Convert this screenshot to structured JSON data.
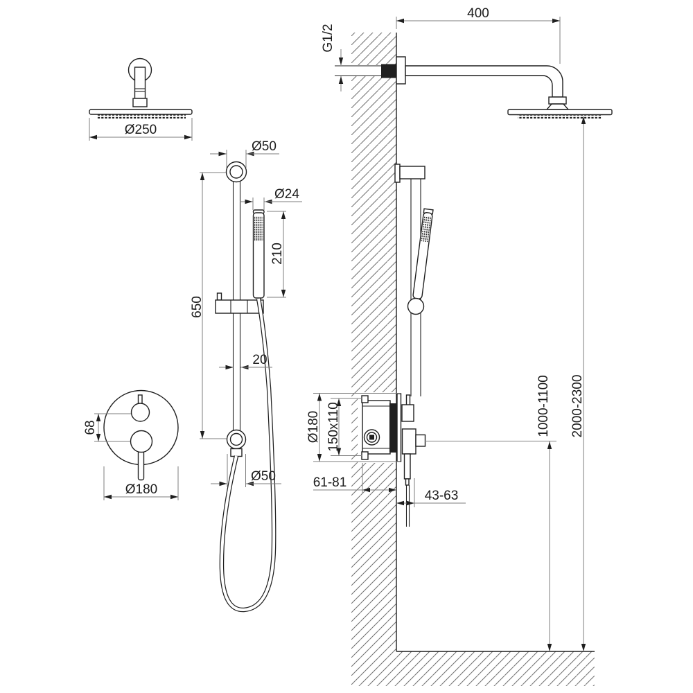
{
  "colors": {
    "line": "#1f1f1f",
    "dim": "#7d7d7d",
    "hatch": "#6f6f6f",
    "text": "#1c1c1c",
    "bg": "#ffffff"
  },
  "labels": {
    "arm_length": "400",
    "thread_size": "G1/2",
    "overhead_diameter": "Ø250",
    "slidebar_top_diameter": "Ø50",
    "handshower_diameter": "Ø24",
    "handshower_length": "210",
    "slidebar_length": "650",
    "slidebar_tube_diameter": "20",
    "slidebar_bottom_diameter": "Ø50",
    "mixer_handle_spacing": "68",
    "mixer_plate_diameter": "Ø180",
    "rosette_diameter_side": "Ø180",
    "rough_in_box_size": "150x110",
    "rough_in_depth_range": "61-81",
    "trim_depth_range": "43-63",
    "mixer_height_range": "1000-1100",
    "head_height_range": "2000-2300"
  }
}
